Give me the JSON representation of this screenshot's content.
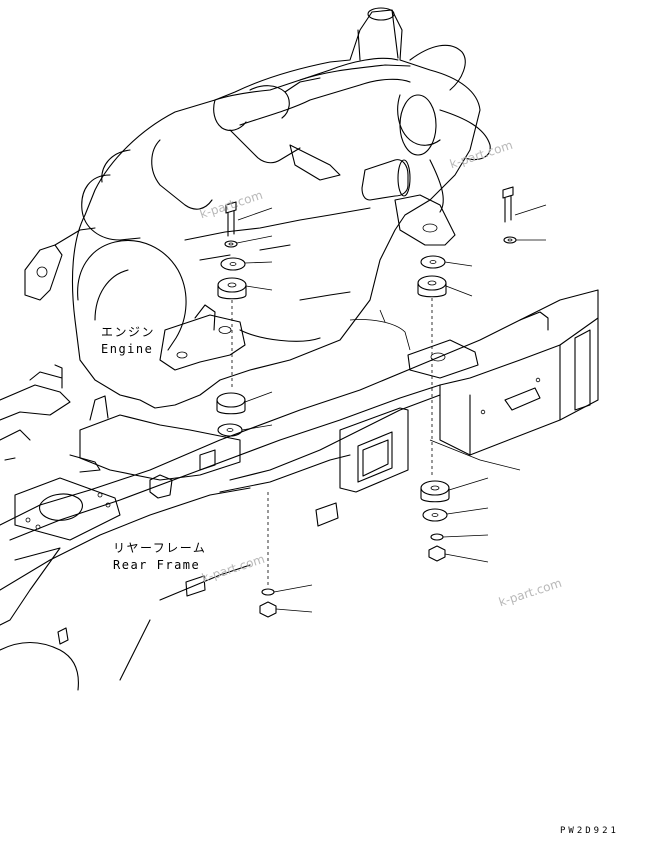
{
  "labels": {
    "engine_jp": "エンジン",
    "engine_en": "Engine",
    "frame_jp": "リヤーフレーム",
    "frame_en": "Rear Frame"
  },
  "watermark": "k-part.com",
  "drawing_code": "PW2D921",
  "colors": {
    "line": "#000000",
    "watermark": "#b8b8b8",
    "background": "#ffffff"
  }
}
